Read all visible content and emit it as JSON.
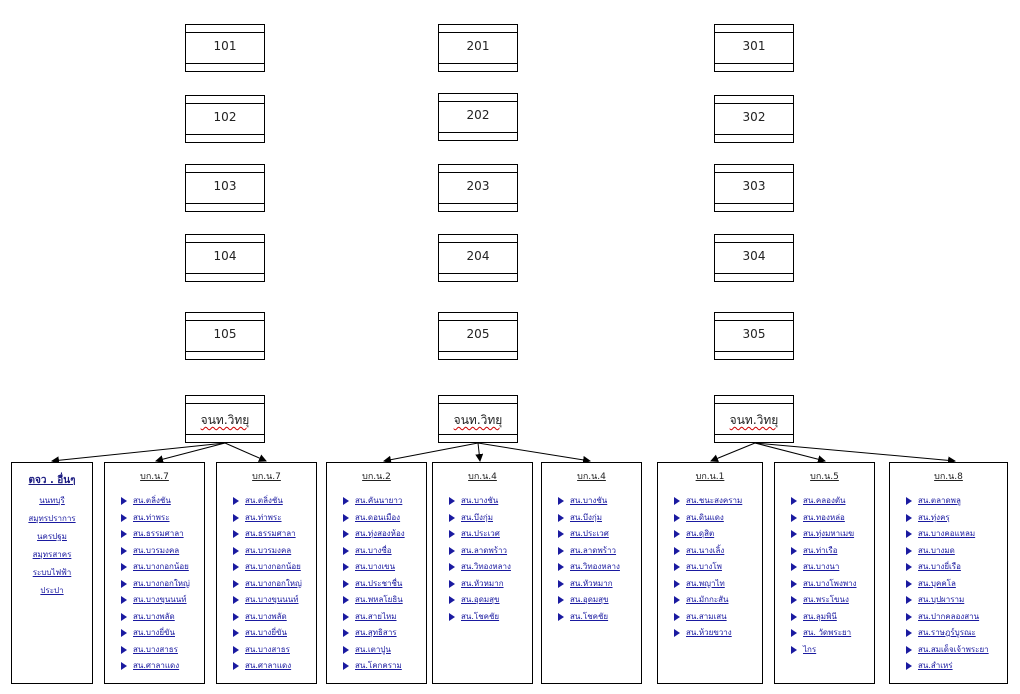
{
  "columns": [
    {
      "boxes": [
        "101",
        "102",
        "103",
        "104",
        "105"
      ],
      "center": "จนท.วิทยุ"
    },
    {
      "boxes": [
        "201",
        "202",
        "203",
        "204",
        "205"
      ],
      "center": "จนท.วิทยุ"
    },
    {
      "boxes": [
        "301",
        "302",
        "303",
        "304",
        "305"
      ],
      "center": "จนท.วิทยุ"
    }
  ],
  "panels": [
    {
      "title": "ตจว . อื่นๆ",
      "plain": true,
      "items": [
        "นนทบุรี",
        "สมุทรปราการ",
        "นครปฐม",
        "สมุทรสาคร",
        "ระบบไฟฟ้า",
        "ประปา"
      ]
    },
    {
      "title": "บก.น.7",
      "items": [
        "สน.ตลิ่งชัน",
        "สน.ท่าพระ",
        "สน.ธรรมศาลา",
        "สน.บวรมงคล",
        "สน.บางกอกน้อย",
        "สน.บางกอกใหญ่",
        "สน.บางขุนนนท์",
        "สน.บางพลัด",
        "สน.บางยี่ขัน",
        "สน.บางสาธร",
        "สน.ศาลาแดง"
      ]
    },
    {
      "title": "บก.น.7",
      "items": [
        "สน.ตลิ่งชัน",
        "สน.ท่าพระ",
        "สน.ธรรมศาลา",
        "สน.บวรมงคล",
        "สน.บางกอกน้อย",
        "สน.บางกอกใหญ่",
        "สน.บางขุนนนท์",
        "สน.บางพลัด",
        "สน.บางยี่ขัน",
        "สน.บางสาธร",
        "สน.ศาลาแดง"
      ]
    },
    {
      "title": "บก.น.2",
      "items": [
        "สน.คันนายาว",
        "สน.ดอนเมือง",
        "สน.ทุ่งสองห้อง",
        "สน.บางซื่อ",
        "สน.บางเขน",
        "สน.ประชาชื่น",
        "สน.พหลโยธิน",
        "สน.สายไหม",
        "สน.สุทธิสาร",
        "สน.เตาปูน",
        "สน.โคกคราม"
      ]
    },
    {
      "title": "บก.น.4",
      "items": [
        "สน.บางชัน",
        "สน.บึงกุ่ม",
        "สน.ประเวศ",
        "สน.ลาดพร้าว",
        "สน.วิทองหลาง",
        "สน.หัวหมาก",
        "สน.อุดมสุข",
        "สน.โชคชัย"
      ]
    },
    {
      "title": "บก.น.4",
      "items": [
        "สน.บางชัน",
        "สน.บึงกุ่ม",
        "สน.ประเวศ",
        "สน.ลาดพร้าว",
        "สน.วิทองหลาง",
        "สน.หัวหมาก",
        "สน.อุดมสุข",
        "สน.โชคชัย"
      ]
    },
    {
      "title": "บก.น.1",
      "items": [
        "สน.ชนะสงคราม",
        "สน.ดินแดง",
        "สน.ดุสิต",
        "สน.นางเลิ้ง",
        "สน.บางโพ",
        "สน.พญาไท",
        "สน.มักกะสัน",
        "สน.สามเสน",
        "สน.ห้วยขวาง"
      ]
    },
    {
      "title": "บก.น.5",
      "items": [
        "สน.คลองตัน",
        "สน.ทองหล่อ",
        "สน.ทุ่งมหาเมฆ",
        "สน.ท่าเรือ",
        "สน.บางนา",
        "สน.บางโพงพาง",
        "สน.พระโขนง",
        "สน.ลุมพินี",
        "สน. วัดพระยา",
        "ไกร"
      ]
    },
    {
      "title": "บก.น.8",
      "items": [
        "สน.ตลาดพลู",
        "สน.ทุ่งครุ",
        "สน.บางคอแหลม",
        "สน.บางมด",
        "สน.บางยี่เรือ",
        "สน.บุคคโล",
        "สน.บุปผาราม",
        "สน.ปากคลองสาน",
        "สน.ราษฎร์บูรณะ",
        "สน.สมเด็จเจ้าพระยา",
        "สน.สำเหร่"
      ]
    }
  ]
}
